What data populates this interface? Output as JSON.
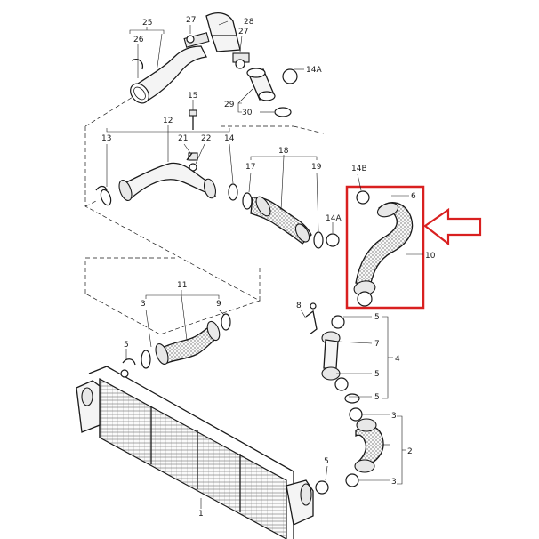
{
  "diagram": {
    "labels": {
      "l1": "1",
      "l2": "2",
      "l3a": "3",
      "l3b": "3",
      "l3c": "3",
      "l4": "4",
      "l5a": "5",
      "l5b": "5",
      "l5c": "5",
      "l5d": "5",
      "l5e": "5",
      "l6": "6",
      "l7": "7",
      "l8": "8",
      "l9": "9",
      "l10": "10",
      "l11": "11",
      "l12": "12",
      "l13": "13",
      "l14": "14",
      "l14a1": "14A",
      "l14a2": "14A",
      "l14b": "14B",
      "l15": "15",
      "l17": "17",
      "l18": "18",
      "l19": "19",
      "l21": "21",
      "l22": "22",
      "l25": "25",
      "l26": "26",
      "l27a": "27",
      "l27b": "27",
      "l28": "28",
      "l29": "29",
      "l30": "30"
    },
    "highlight": {
      "color": "#d92020"
    }
  }
}
